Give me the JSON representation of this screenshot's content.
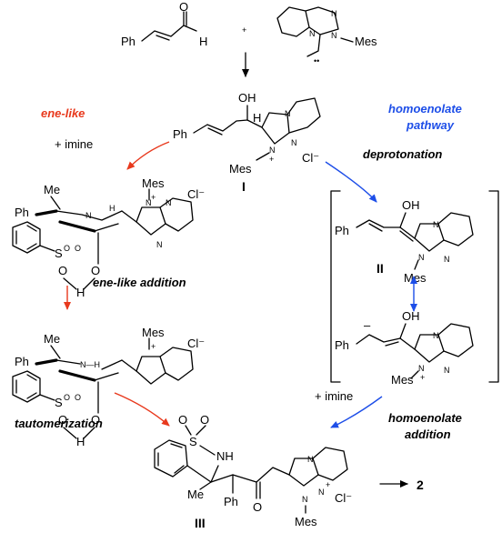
{
  "reagents": {
    "ph": "Ph",
    "o": "O",
    "h": "H",
    "plus": "+",
    "n": "N",
    "mes": "Mes",
    "carbene_dots": "••"
  },
  "intermediate_I": {
    "oh": "OH",
    "h": "H",
    "ph": "Ph",
    "n": "N",
    "mes": "Mes",
    "plus": "+",
    "cl": "Cl⁻",
    "label": "I"
  },
  "left_path": {
    "title": "ene-like",
    "title_color": "#e8391d",
    "reagent": "+ imine",
    "step1": "ene-like addition",
    "step2": "tautomerization",
    "ts1": {
      "me": "Me",
      "ph": "Ph",
      "n": "N",
      "h": "H",
      "s": "S",
      "o": "O",
      "mes": "Mes",
      "cl": "Cl⁻",
      "plus": "+"
    },
    "ts2": {
      "me": "Me",
      "ph": "Ph",
      "nh": "N—H",
      "h": "H",
      "s": "S",
      "o": "O",
      "mes": "Mes",
      "cl": "Cl⁻",
      "plus": "+"
    }
  },
  "right_path": {
    "title_line1": "homoenolate",
    "title_line2": "pathway",
    "title_color": "#1d4ee8",
    "step1": "deprotonation",
    "reagent": "+ imine",
    "step2_line1": "homoenolate",
    "step2_line2": "addition",
    "II": {
      "oh": "OH",
      "ph": "Ph",
      "n": "N",
      "mes": "Mes",
      "label": "II"
    },
    "II_res": {
      "oh": "OH",
      "ph": "Ph",
      "n": "N",
      "mes": "Mes",
      "minus": "–",
      "plus": "+"
    }
  },
  "product_III": {
    "s": "S",
    "o": "O",
    "nh": "NH",
    "me": "Me",
    "ph": "Ph",
    "n": "N",
    "mes": "Mes",
    "cl": "Cl⁻",
    "plus": "+",
    "label": "III"
  },
  "final_product": "2",
  "colors": {
    "red": "#e8391d",
    "blue": "#1d4ee8",
    "black": "#000000"
  }
}
